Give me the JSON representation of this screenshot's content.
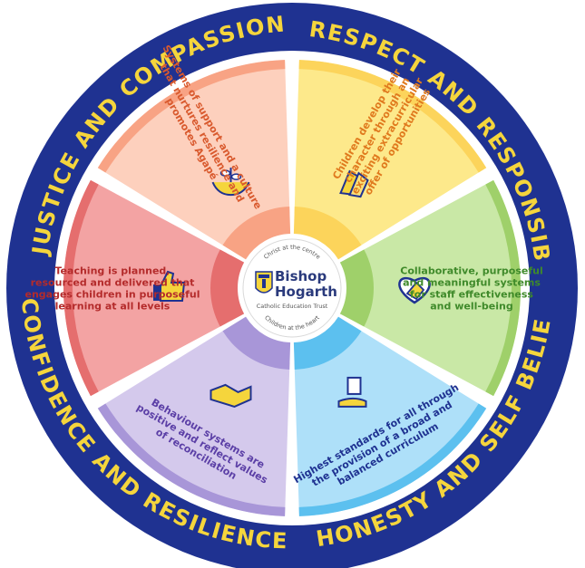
{
  "ring": {
    "labels": [
      "RESPECT AND RESPONSIBILITY",
      "HONESTY AND SELF BELIEF",
      "CONFIDENCE AND RESILIENCE",
      "JUSTICE AND COMPASSION"
    ],
    "color": "#1f3291",
    "text_color": "#f5d53c"
  },
  "segments": [
    {
      "id": "yellow",
      "color": "#fde98b",
      "inner": "#fcd45b",
      "text": [
        "Children develop their",
        "character through an",
        "exciting extracurricular",
        "offer of opportunities"
      ],
      "text_color": "#e07a1e",
      "icon": "clapping-hands-icon"
    },
    {
      "id": "green",
      "color": "#c9e8a6",
      "inner": "#9fd06a",
      "text": [
        "Collaborative, purposeful",
        "and meaningful systems",
        "for staff effectiveness",
        "and well-being"
      ],
      "text_color": "#3f8a2a",
      "icon": "heart-hand-icon"
    },
    {
      "id": "blue",
      "color": "#aee0f9",
      "inner": "#5cc0ef",
      "text": [
        "Highest standards for all through",
        "the provision of a broad and",
        "balanced curriculum"
      ],
      "text_color": "#1f3291",
      "icon": "scroll-hand-icon"
    },
    {
      "id": "purple",
      "color": "#d4c9ec",
      "inner": "#a896d8",
      "text": [
        "Behaviour systems are",
        "positive and reflect values",
        "of reconciliation"
      ],
      "text_color": "#5b3fa6",
      "icon": "handshake-icon"
    },
    {
      "id": "red",
      "color": "#f3a3a3",
      "inner": "#e56e6e",
      "text": [
        "Teaching is planned,",
        "resourced and delivered that",
        "engages children in purposeful",
        "learning at all levels"
      ],
      "text_color": "#b42b2b",
      "icon": "thumbs-up-icon"
    },
    {
      "id": "salmon",
      "color": "#fdd0bd",
      "inner": "#f8a384",
      "text": [
        "Systems of support and a culture",
        "that nurtures resilience and",
        "promotes Agapé"
      ],
      "text_color": "#d95a2e",
      "icon": "plant-hands-icon"
    }
  ],
  "hub": {
    "top_text": "Christ at the centre",
    "title_line1": "Bishop",
    "title_line2": "Hogarth",
    "subtitle": "Catholic Education Trust",
    "bottom_text": "Children at the heart"
  }
}
